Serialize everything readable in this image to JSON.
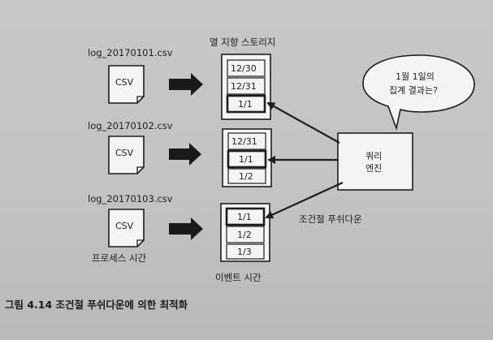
{
  "files": [
    {
      "name": "log_20170101.csv",
      "label": "CSV"
    },
    {
      "name": "log_20170102.csv",
      "label": "CSV"
    },
    {
      "name": "log_20170103.csv",
      "label": "CSV"
    }
  ],
  "storage_title": "열 지향 스토리지",
  "partitions": [
    {
      "rows": [
        "12/30",
        "12/31",
        "1/1"
      ],
      "highlight": 2
    },
    {
      "rows": [
        "12/31",
        "1/1",
        "1/2"
      ],
      "highlight": 1
    },
    {
      "rows": [
        "1/1",
        "1/2",
        "1/3"
      ],
      "highlight": 0
    }
  ],
  "query_bubble": {
    "line1": "1월 1일의",
    "line2": "집계 결과는?"
  },
  "engine": {
    "line1": "쿼리",
    "line2": "엔진"
  },
  "pushdown_label": "조건절 푸쉬다운",
  "process_time_label": "프로세스 시간",
  "event_time_label": "이벤트 시간",
  "caption": "그림 4.14  조건절 푸쉬다운에 의한 최적화",
  "colors": {
    "paper": "#c4c5c2",
    "ink": "#1d1d1d",
    "box_fill": "#f4f4f1"
  }
}
